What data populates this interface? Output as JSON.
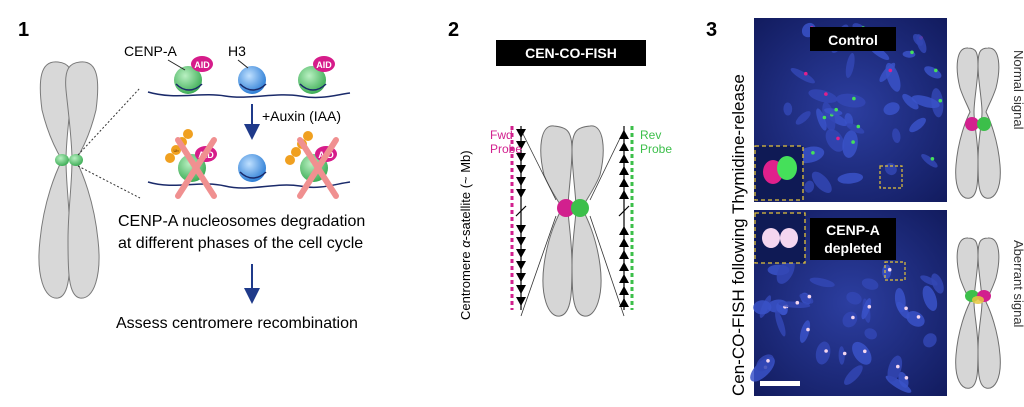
{
  "panel1": {
    "number": "1",
    "cenp_a_label": "CENP-A",
    "h3_label": "H3",
    "aid_tag": "AID",
    "treatment": "+Auxin (IAA)",
    "ub_tag": "Ub",
    "description_line1": "CENP-A nucleosomes degradation",
    "description_line2": "at different phases of the cell cycle",
    "outcome": "Assess centromere recombination"
  },
  "panel2": {
    "number": "2",
    "title": "CEN-CO-FISH",
    "axis_label_prefix": "Centromere ",
    "axis_label_alpha": "α",
    "axis_label_suffix": "-satellite (~ Mb)",
    "fwd_probe_line1": "Fwd",
    "fwd_probe_line2": "Probe",
    "rev_probe_line1": "Rev",
    "rev_probe_line2": "Probe"
  },
  "panel3": {
    "number": "3",
    "side_label": "Cen-CO-FISH following Thymidine-release",
    "control_label": "Control",
    "depleted_label_line1": "CENP-A",
    "depleted_label_line2": "depleted",
    "normal_signal": "Normal signal",
    "aberrant_signal": "Aberrant signal"
  },
  "colors": {
    "cenp_a_green": "#52c26a",
    "aid_magenta": "#d61c8a",
    "h3_blue": "#3d8fe0",
    "arrow_navy": "#1f3a8a",
    "fwd_magenta": "#d2208e",
    "rev_green": "#3cbf4a",
    "red_cross": "#f09090",
    "chromosome_gray": "#d6d6d6",
    "micrograph_blue": "#1c2d8a"
  }
}
